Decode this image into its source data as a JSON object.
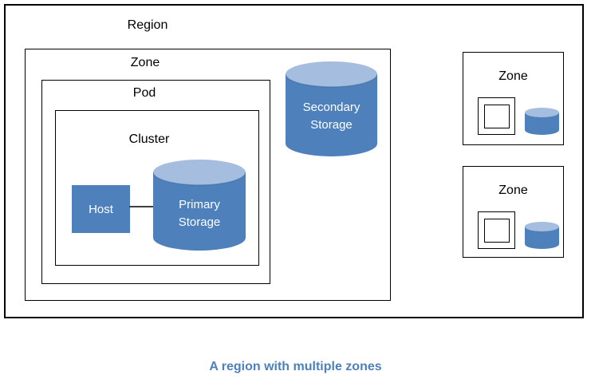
{
  "diagram": {
    "region_label": "Region",
    "zone_label": "Zone",
    "pod_label": "Pod",
    "cluster_label": "Cluster",
    "host_label": "Host",
    "primary_storage": {
      "line1": "Primary",
      "line2": "Storage"
    },
    "secondary_storage": {
      "line1": "Secondary",
      "line2": "Storage"
    },
    "small_zones": [
      {
        "label": "Zone"
      },
      {
        "label": "Zone"
      }
    ]
  },
  "caption": "A region with multiple zones",
  "colors": {
    "shape_fill": "#4E80BC",
    "shape_top_fill": "#A5BDDE",
    "shape_rim": "#3D68A0",
    "box_border": "#000000",
    "connector": "#3F3F3F",
    "caption_text": "#4E80BC",
    "shape_text": "#FFFFFF"
  }
}
